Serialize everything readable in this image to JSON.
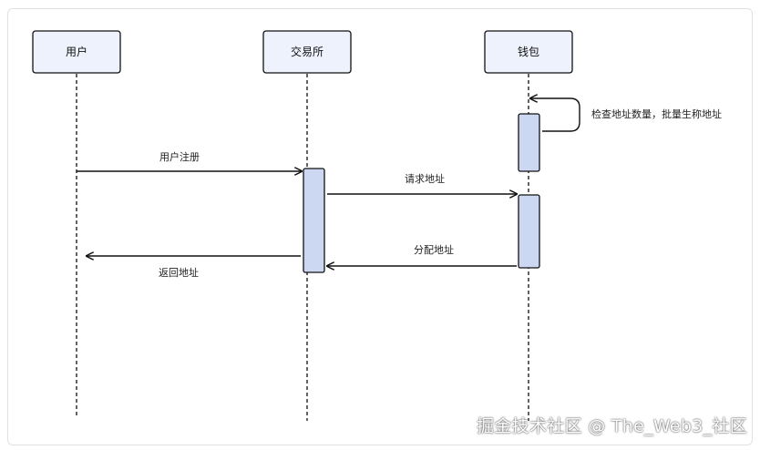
{
  "actors": [
    {
      "id": "user",
      "label": "用户"
    },
    {
      "id": "exchange",
      "label": "交易所"
    },
    {
      "id": "wallet",
      "label": "钱包"
    }
  ],
  "messages": {
    "self_check": "检查地址数量，批量生称地址",
    "register": "用户注册",
    "request": "请求地址",
    "assign": "分配地址",
    "return": "返回地址"
  },
  "watermark": "掘金技术社区 @ The_Web3_社区",
  "colors": {
    "actor_fill": "#eef2fd",
    "activation_fill": "#ccd7f2",
    "stroke": "#111111"
  }
}
